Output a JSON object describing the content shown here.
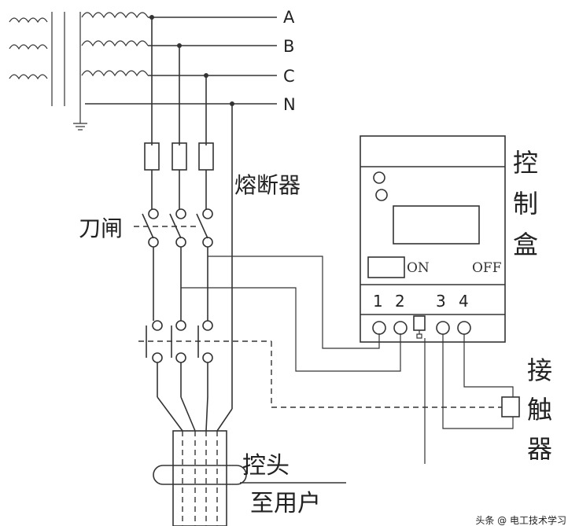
{
  "phases": [
    "A",
    "B",
    "C",
    "N"
  ],
  "labels": {
    "fuse": "熔断器",
    "knife_switch": "刀闸",
    "control_box_chars": [
      "控",
      "制",
      "盒"
    ],
    "contactor_chars": [
      "接",
      "触",
      "器"
    ],
    "probe": "控头",
    "to_user": "至用户",
    "watermark": "头条 @ 电工技术学习"
  },
  "control_box": {
    "on_label": "ON",
    "off_label": "OFF",
    "terminals": [
      "1",
      "2",
      "3",
      "4"
    ]
  },
  "colors": {
    "line": "#333333",
    "background": "#ffffff"
  }
}
